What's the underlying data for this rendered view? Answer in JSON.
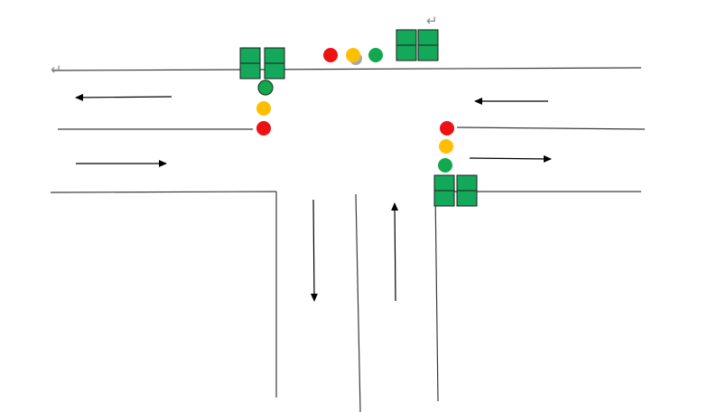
{
  "colors": {
    "background": "#ffffff",
    "road_line": "#3a3a3a",
    "arrow": "#000000",
    "signal_box": "#14a85a",
    "signal_box_border": "#1e1e1e",
    "red_light": "#ee1111",
    "amber_light": "#ffbf00",
    "green_light": "#12a84f",
    "light_border": "#2a5a2a",
    "paragraph_mark": "#8a8a8a"
  },
  "paragraph_mark_glyph": "↵",
  "signals": [
    {
      "name": "signal-north-top",
      "lights": [
        "red",
        "amber",
        "green"
      ],
      "orientation": "horizontal"
    },
    {
      "name": "signal-north-left",
      "lights": [
        "green",
        "amber",
        "red"
      ],
      "orientation": "vertical"
    },
    {
      "name": "signal-east",
      "lights": [
        "red",
        "amber",
        "green"
      ],
      "orientation": "vertical"
    }
  ],
  "traffic_arrows": [
    {
      "name": "west-road-westbound-arrow",
      "direction": "west"
    },
    {
      "name": "west-road-eastbound-arrow",
      "direction": "east"
    },
    {
      "name": "east-road-westbound-arrow",
      "direction": "west"
    },
    {
      "name": "east-road-eastbound-arrow",
      "direction": "east"
    },
    {
      "name": "south-road-southbound-arrow",
      "direction": "south"
    },
    {
      "name": "south-road-northbound-arrow",
      "direction": "north"
    }
  ]
}
